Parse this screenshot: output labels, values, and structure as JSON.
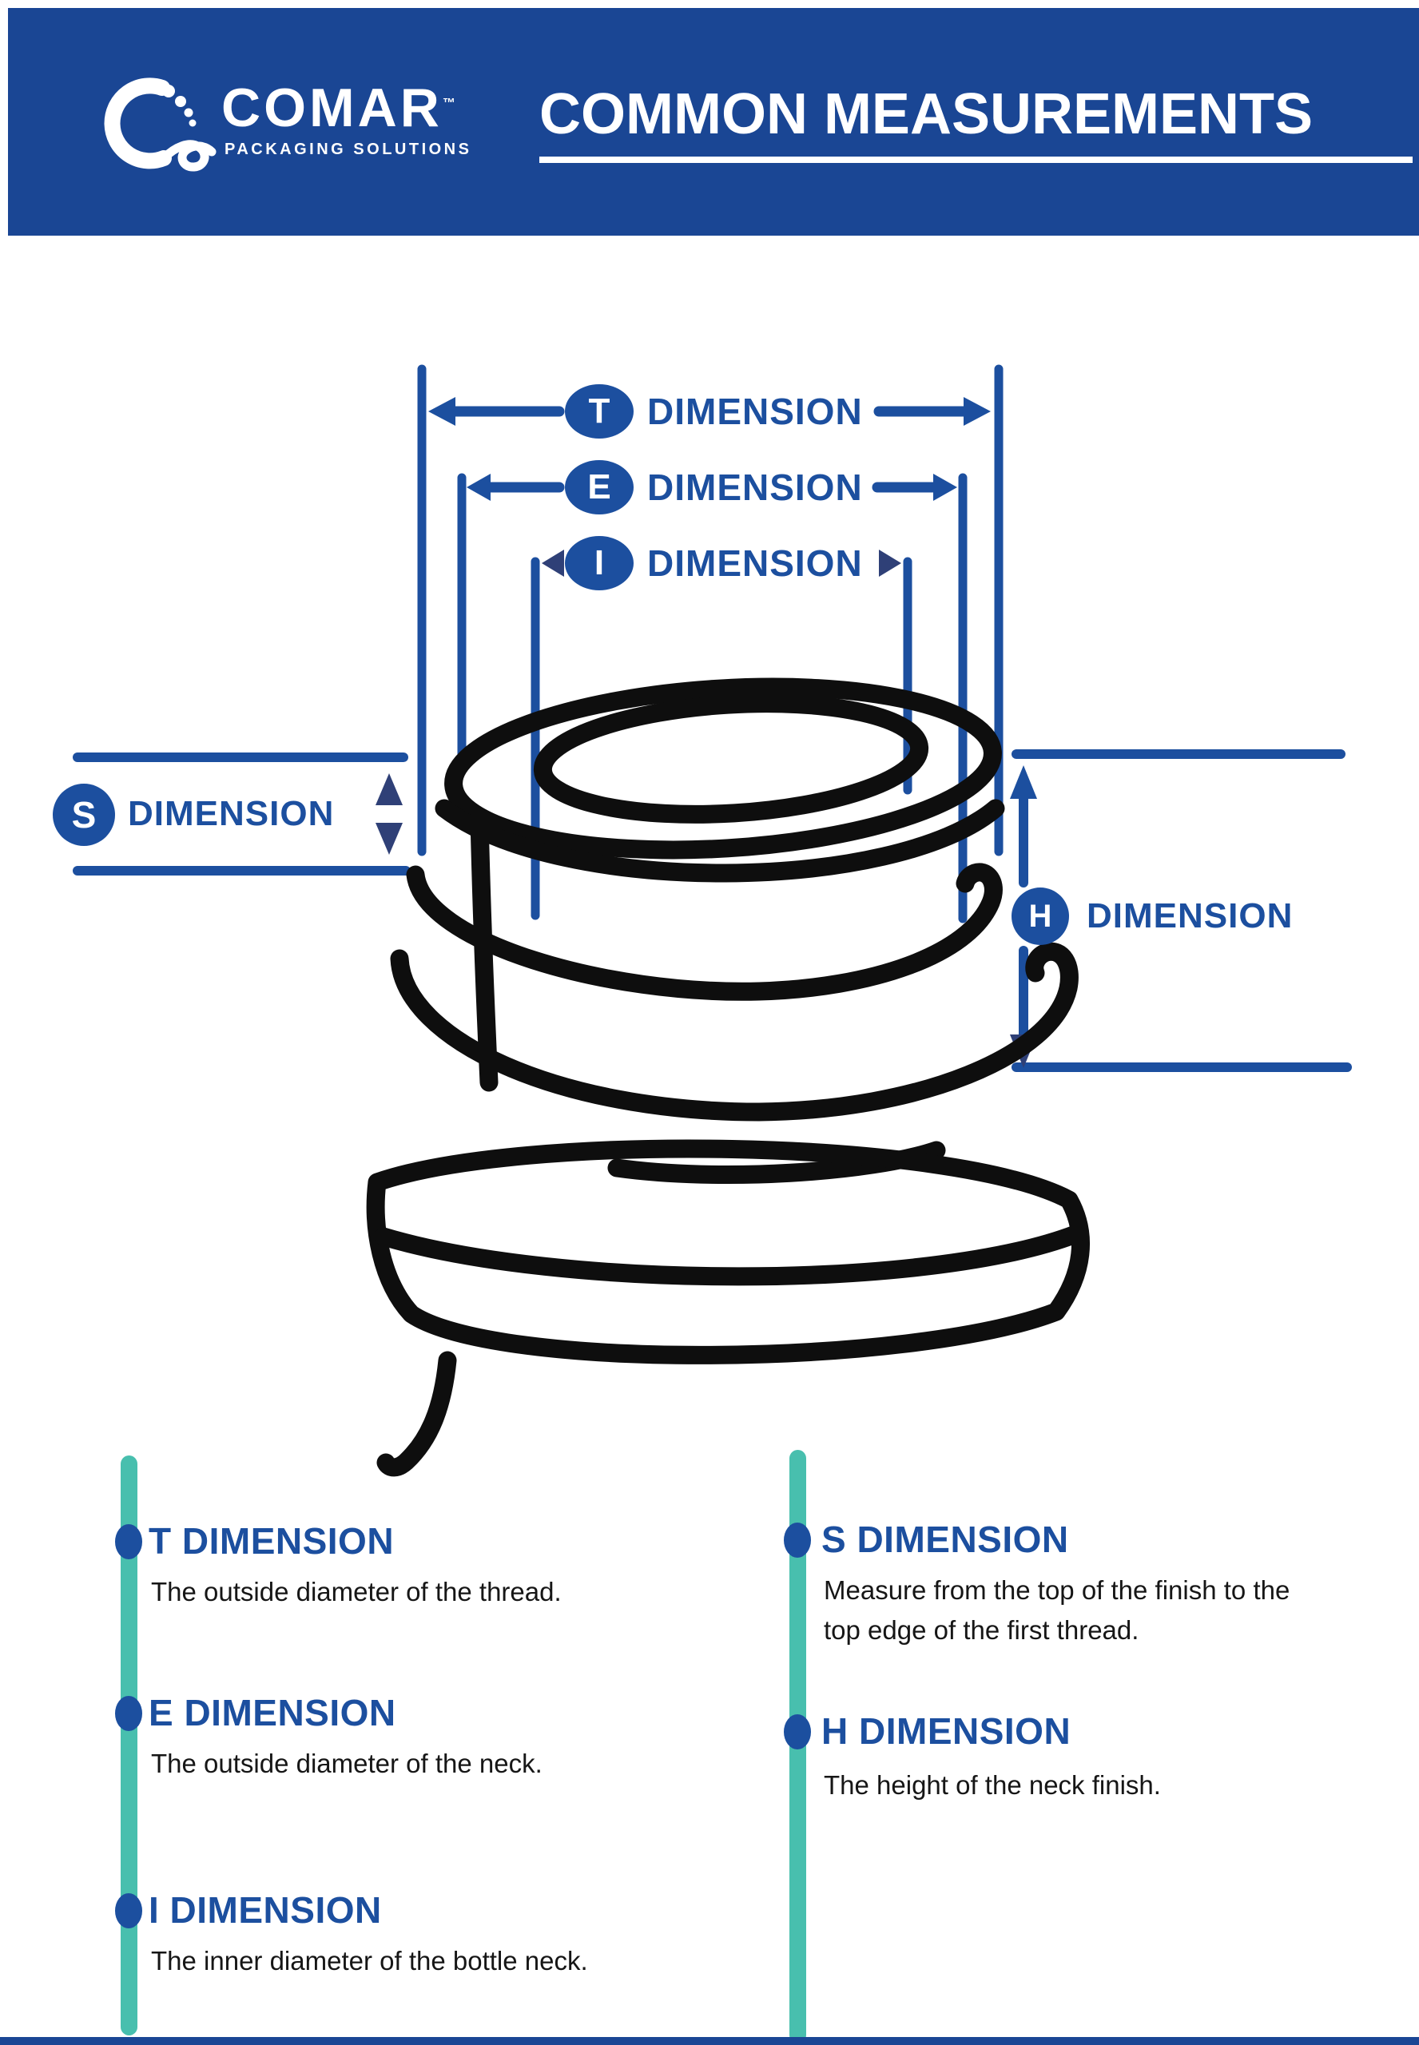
{
  "header": {
    "brand_name": "COMAR",
    "brand_tm": "™",
    "tagline": "PACKAGING SOLUTIONS",
    "title": "COMMON MEASUREMENTS"
  },
  "diagram": {
    "t": {
      "badge": "T",
      "label": "DIMENSION"
    },
    "e": {
      "badge": "E",
      "label": "DIMENSION"
    },
    "i": {
      "badge": "I",
      "label": "DIMENSION"
    },
    "s": {
      "badge": "S",
      "label": "DIMENSION"
    },
    "h": {
      "badge": "H",
      "label": "DIMENSION"
    }
  },
  "definitions": {
    "left": [
      {
        "term": "T DIMENSION",
        "description": "The outside diameter of the thread."
      },
      {
        "term": "E DIMENSION",
        "description": "The outside diameter of the neck."
      },
      {
        "term": "I DIMENSION",
        "description": "The inner diameter of the bottle neck."
      }
    ],
    "right": [
      {
        "term": "S DIMENSION",
        "description": "Measure from the top of the finish to the top edge of the first thread."
      },
      {
        "term": "H DIMENSION",
        "description": "The height of the neck finish."
      }
    ]
  },
  "colors": {
    "primary_blue": "#1a4694",
    "annotation_blue": "#1c4f9f",
    "navy": "#2f4077",
    "teal": "#48bfae",
    "ink": "#0e0e0e"
  }
}
